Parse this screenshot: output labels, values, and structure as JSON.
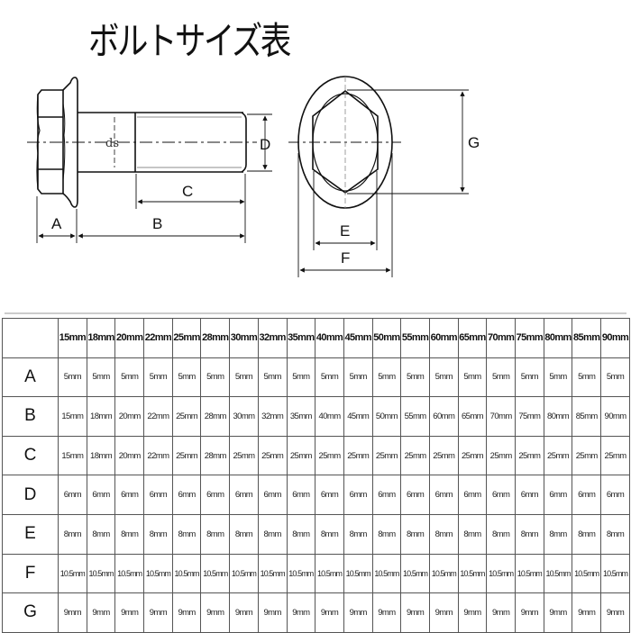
{
  "title": "ボルトサイズ表",
  "diagram": {
    "labels": {
      "A": "A",
      "B": "B",
      "C": "C",
      "D": "D",
      "ds": "ds",
      "E": "E",
      "F": "F",
      "G": "G"
    }
  },
  "table": {
    "columns": [
      "15mm",
      "18mm",
      "20mm",
      "22mm",
      "25mm",
      "28mm",
      "30mm",
      "32mm",
      "35mm",
      "40mm",
      "45mm",
      "50mm",
      "55mm",
      "60mm",
      "65mm",
      "70mm",
      "75mm",
      "80mm",
      "85mm",
      "90mm"
    ],
    "rows": [
      {
        "label": "A",
        "values": [
          "5mm",
          "5mm",
          "5mm",
          "5mm",
          "5mm",
          "5mm",
          "5mm",
          "5mm",
          "5mm",
          "5mm",
          "5mm",
          "5mm",
          "5mm",
          "5mm",
          "5mm",
          "5mm",
          "5mm",
          "5mm",
          "5mm",
          "5mm"
        ]
      },
      {
        "label": "B",
        "values": [
          "15mm",
          "18mm",
          "20mm",
          "22mm",
          "25mm",
          "28mm",
          "30mm",
          "32mm",
          "35mm",
          "40mm",
          "45mm",
          "50mm",
          "55mm",
          "60mm",
          "65mm",
          "70mm",
          "75mm",
          "80mm",
          "85mm",
          "90mm"
        ]
      },
      {
        "label": "C",
        "values": [
          "15mm",
          "18mm",
          "20mm",
          "22mm",
          "25mm",
          "28mm",
          "25mm",
          "25mm",
          "25mm",
          "25mm",
          "25mm",
          "25mm",
          "25mm",
          "25mm",
          "25mm",
          "25mm",
          "25mm",
          "25mm",
          "25mm",
          "25mm"
        ]
      },
      {
        "label": "D",
        "values": [
          "6mm",
          "6mm",
          "6mm",
          "6mm",
          "6mm",
          "6mm",
          "6mm",
          "6mm",
          "6mm",
          "6mm",
          "6mm",
          "6mm",
          "6mm",
          "6mm",
          "6mm",
          "6mm",
          "6mm",
          "6mm",
          "6mm",
          "6mm"
        ]
      },
      {
        "label": "E",
        "values": [
          "8mm",
          "8mm",
          "8mm",
          "8mm",
          "8mm",
          "8mm",
          "8mm",
          "8mm",
          "8mm",
          "8mm",
          "8mm",
          "8mm",
          "8mm",
          "8mm",
          "8mm",
          "8mm",
          "8mm",
          "8mm",
          "8mm",
          "8mm"
        ]
      },
      {
        "label": "F",
        "values": [
          "10.5mm",
          "10.5mm",
          "10.5mm",
          "10.5mm",
          "10.5mm",
          "10.5mm",
          "10.5mm",
          "10.5mm",
          "10.5mm",
          "10.5mm",
          "10.5mm",
          "10.5mm",
          "10.5mm",
          "10.5mm",
          "10.5mm",
          "10.5mm",
          "10.5mm",
          "10.5mm",
          "10.5mm",
          "10.5mm"
        ]
      },
      {
        "label": "G",
        "values": [
          "9mm",
          "9mm",
          "9mm",
          "9mm",
          "9mm",
          "9mm",
          "9mm",
          "9mm",
          "9mm",
          "9mm",
          "9mm",
          "9mm",
          "9mm",
          "9mm",
          "9mm",
          "9mm",
          "9mm",
          "9mm",
          "9mm",
          "9mm"
        ]
      }
    ]
  }
}
